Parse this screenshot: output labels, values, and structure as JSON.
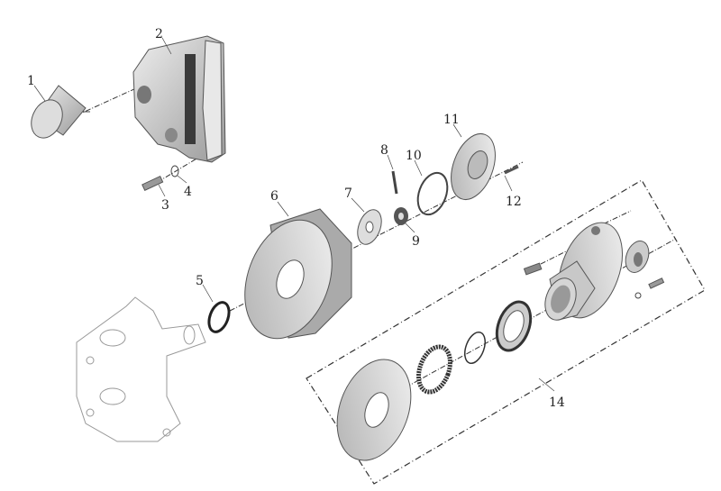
{
  "diagram": {
    "type": "exploded-parts-view",
    "callouts": [
      "1",
      "2",
      "3",
      "4",
      "5",
      "6",
      "7",
      "8",
      "9",
      "10",
      "11",
      "12",
      "14"
    ]
  },
  "colors": {
    "part_fill": "#cfcfcf",
    "part_dark": "#8a8a8a",
    "line": "#333333"
  }
}
